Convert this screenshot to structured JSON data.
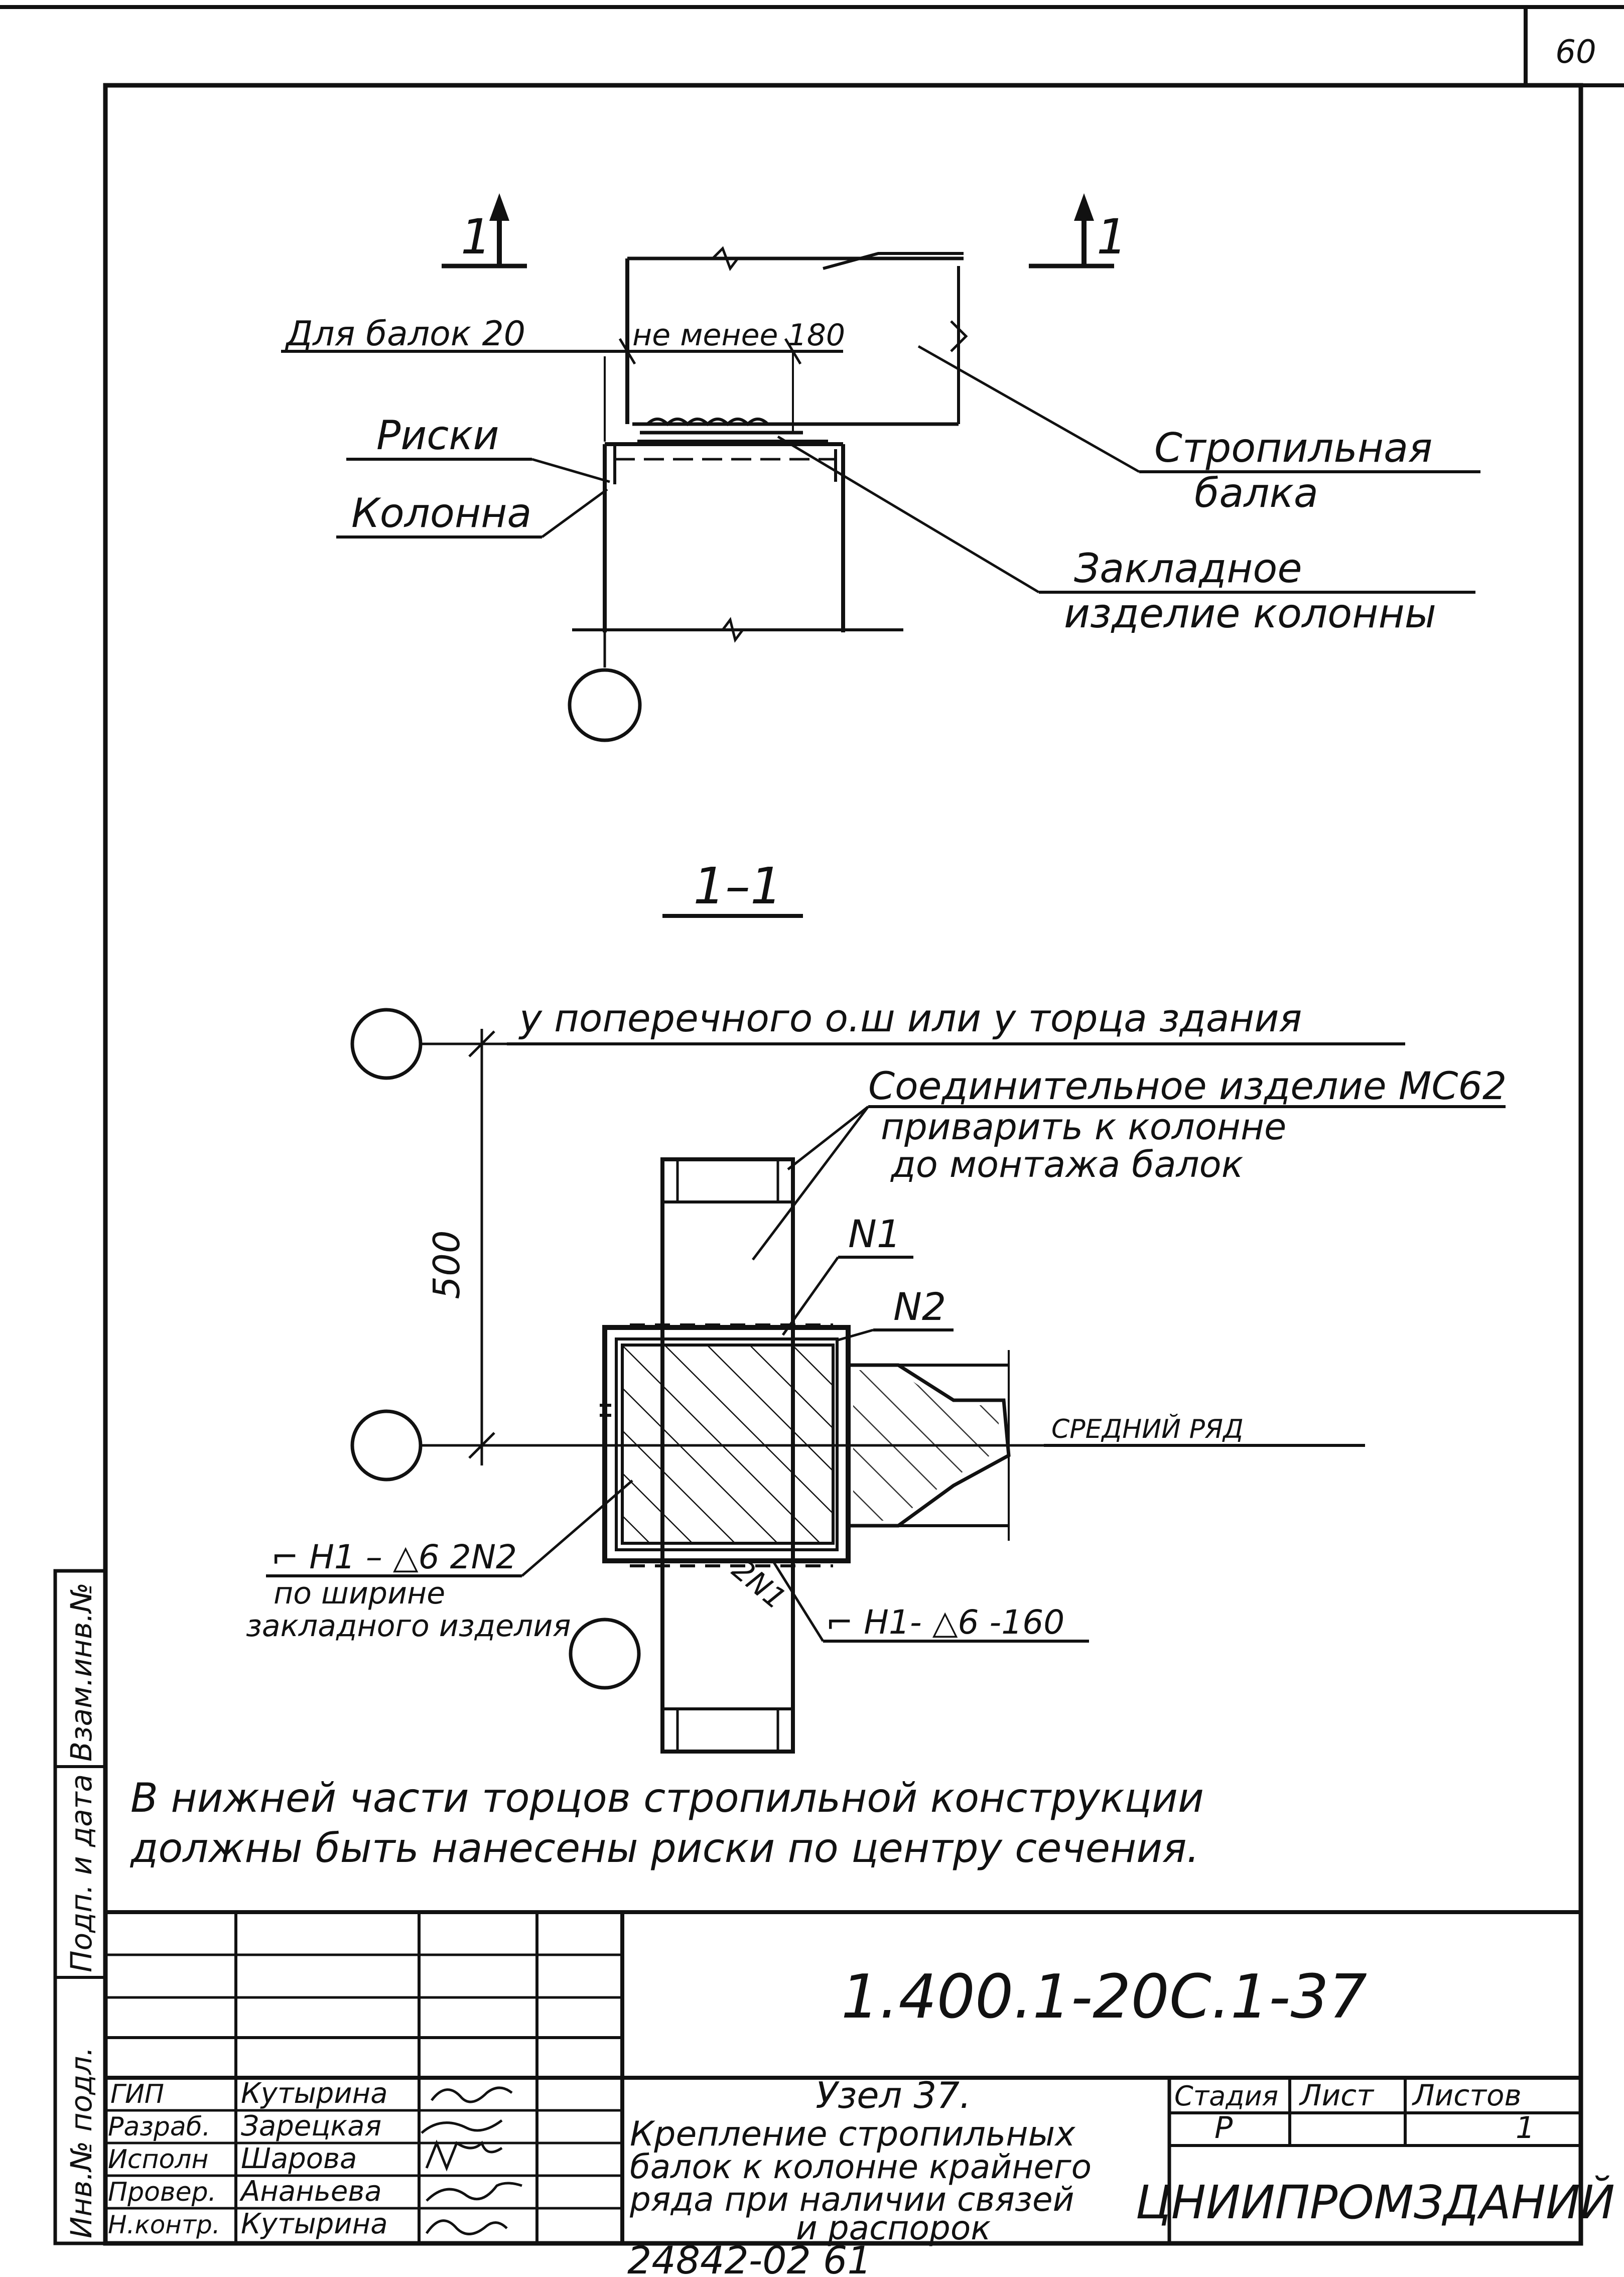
{
  "sheet": {
    "page_number": "60",
    "archive_code": "24842-02  61"
  },
  "drawing_top": {
    "section_mark_left": "1",
    "section_mark_right": "1",
    "dim_beam_gap": "Для балок 20",
    "dim_min_bearing": "не менее 180",
    "label_risks": "Риски",
    "label_column": "Колонна",
    "label_beam_line1": "Стропильная",
    "label_beam_line2": "балка",
    "label_embed_line1": "Закладное",
    "label_embed_line2": "изделие колонны"
  },
  "drawing_section": {
    "title": "1–1",
    "label_axis_top": "у поперечного о.ш или у торца здания",
    "label_connector_line1": "Соединительное изделие МС62",
    "label_connector_line2": "приварить к колонне",
    "label_connector_line3": "до монтажа балок",
    "label_n1": "N1",
    "label_n2": "N2",
    "label_middle_row": "СРЕДНИЙ РЯД",
    "dim_500": "500",
    "weld_left_line1": "⌐ Н1 – △6   2N2",
    "weld_left_line2": "по ширине",
    "weld_left_line3": "закладного изделия",
    "weld_bottom_n": "2N1",
    "weld_bottom": "⌐ Н1- △6 -160"
  },
  "note": {
    "line1": "В нижней части торцов стропильной конструкции",
    "line2": "должны быть нанесены риски по центру сечения."
  },
  "side_stamp": {
    "col1": "Инв.№ подл.",
    "col2": "Подп. и дата",
    "col3": "Взам.инв.№"
  },
  "title_block": {
    "designation": "1.400.1-20С.1-37",
    "roles": [
      {
        "role": "ГИП",
        "name": "Кутырина"
      },
      {
        "role": "Разраб.",
        "name": "Зарецкая"
      },
      {
        "role": "Исполн",
        "name": "Шарова"
      },
      {
        "role": "Провер.",
        "name": "Ананьева"
      },
      {
        "role": "Н.контр.",
        "name": "Кутырина"
      }
    ],
    "title_line1": "Узел 37.",
    "title_line2": "Крепление стропильных",
    "title_line3": "балок к колонне крайнего",
    "title_line4": "ряда при наличии связей",
    "title_line5": "и распорок",
    "stage_header": "Стадия",
    "sheet_header": "Лист",
    "sheets_header": "Листов",
    "stage_value": "Р",
    "sheet_value": "",
    "sheets_value": "1",
    "organization": "ЦНИИПРОМЗДАНИЙ"
  }
}
